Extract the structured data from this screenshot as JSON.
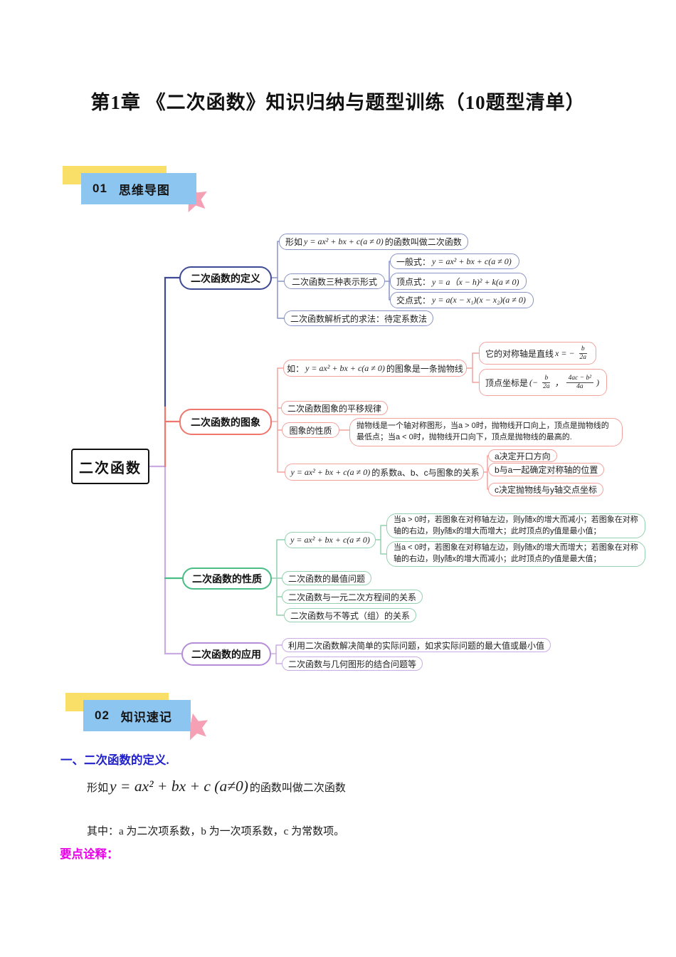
{
  "page": {
    "title": "第1章 《二次函数》知识归纳与题型训练（10题型清单）"
  },
  "sections": {
    "s1": {
      "num": "01",
      "label": "思维导图"
    },
    "s2": {
      "num": "02",
      "label": "知识速记"
    }
  },
  "mindmap": {
    "center": "二次函数",
    "branch_definition": "二次函数的定义",
    "branch_graph": "二次函数的图象",
    "branch_property": "二次函数的性质",
    "branch_application": "二次函数的应用",
    "def": {
      "shape": {
        "prefix": "形如",
        "math": "y = ax² + bx + c(a ≠ 0)",
        "suffix": "的函数叫做二次函数"
      },
      "forms": "二次函数三种表示形式",
      "general": {
        "label": "一般式：",
        "math": "y = ax² + bx + c(a ≠ 0)"
      },
      "vertex": {
        "label": "顶点式：",
        "math": "y = a（x − h)² + k(a ≠ 0)"
      },
      "intersect": {
        "label": "交点式：",
        "math": "y = a(x − x₁)(x − x₂)(a ≠ 0)"
      },
      "solve": "二次函数解析式的求法：待定系数法"
    },
    "graph": {
      "parabola": {
        "prefix": "如：",
        "math": "y = ax² + bx + c(a ≠ 0)",
        "suffix": "的图象是一条抛物线"
      },
      "axis": {
        "prefix": "它的对称轴是直线",
        "math": "x = −",
        "num": "b",
        "den": "2a"
      },
      "vertexpt": {
        "prefix": "顶点坐标是",
        "open": "(−",
        "num1": "b",
        "den1": "2a",
        "comma": "，",
        "num2": "4ac − b²",
        "den2": "4a",
        "close": ")"
      },
      "translation": "二次函数图象的平移规律",
      "nature": "图象的性质",
      "nature_detail": "抛物线是一个轴对称图形，当a > 0时，抛物线开口向上，顶点是抛物线的最低点；当a < 0时，抛物线开口向下，顶点是抛物线的最高的.",
      "coeff": {
        "math": "y = ax² + bx + c(a ≠ 0)",
        "suffix": "的系数a、b、c与图象的关系"
      },
      "coeff_a": "a决定开口方向",
      "coeff_b": "b与a一起确定对称轴的位置",
      "coeff_c": "c决定抛物线与y轴交点坐标"
    },
    "prop": {
      "formula": "y = ax² + bx + c(a ≠ 0)",
      "a_pos": "当a > 0时，若图象在对称轴左边，则y随x的增大而减小；若图象在对称轴的右边，则y随x的增大而增大；此时顶点的y值是最小值；",
      "a_neg": "当a < 0时，若图象在对称轴左边，则y随x的增大而增大；若图象在对称轴的右边，则y随x的增大而减小；此时顶点的y值是最大值；",
      "extreme": "二次函数的最值问题",
      "equation": "二次函数与一元二次方程间的关系",
      "inequality": "二次函数与不等式（组）的关系"
    },
    "app": {
      "practical": "利用二次函数解决简单的实际问题，如求实际问题的最大值或最小值",
      "geometry": "二次函数与几何图形的结合问题等"
    }
  },
  "notes": {
    "heading1": "一、二次函数的定义.",
    "definition": {
      "prefix": "形如",
      "math": "y = ax² + bx + c (a≠0)",
      "suffix": "的函数叫做二次函数"
    },
    "coefficients": "其中：a 为二次项系数，b 为一次项系数，c 为常数项。",
    "key_points": "要点诠释："
  },
  "colors": {
    "accent_yellow": "#F9DE67",
    "accent_blue": "#8CC5F0",
    "star_pink": "#F5A0B4",
    "branch_definition": "#3E4A94",
    "branch_definition_light": "#8A93C5",
    "branch_graph": "#F0776E",
    "branch_graph_light": "#F2A39D",
    "branch_property": "#4CBD87",
    "branch_property_light": "#93D1AF",
    "branch_application": "#B58DD8",
    "branch_application_light": "#CAABE3",
    "heading_blue": "#2121CB",
    "keypoint_magenta": "#E800E8"
  }
}
